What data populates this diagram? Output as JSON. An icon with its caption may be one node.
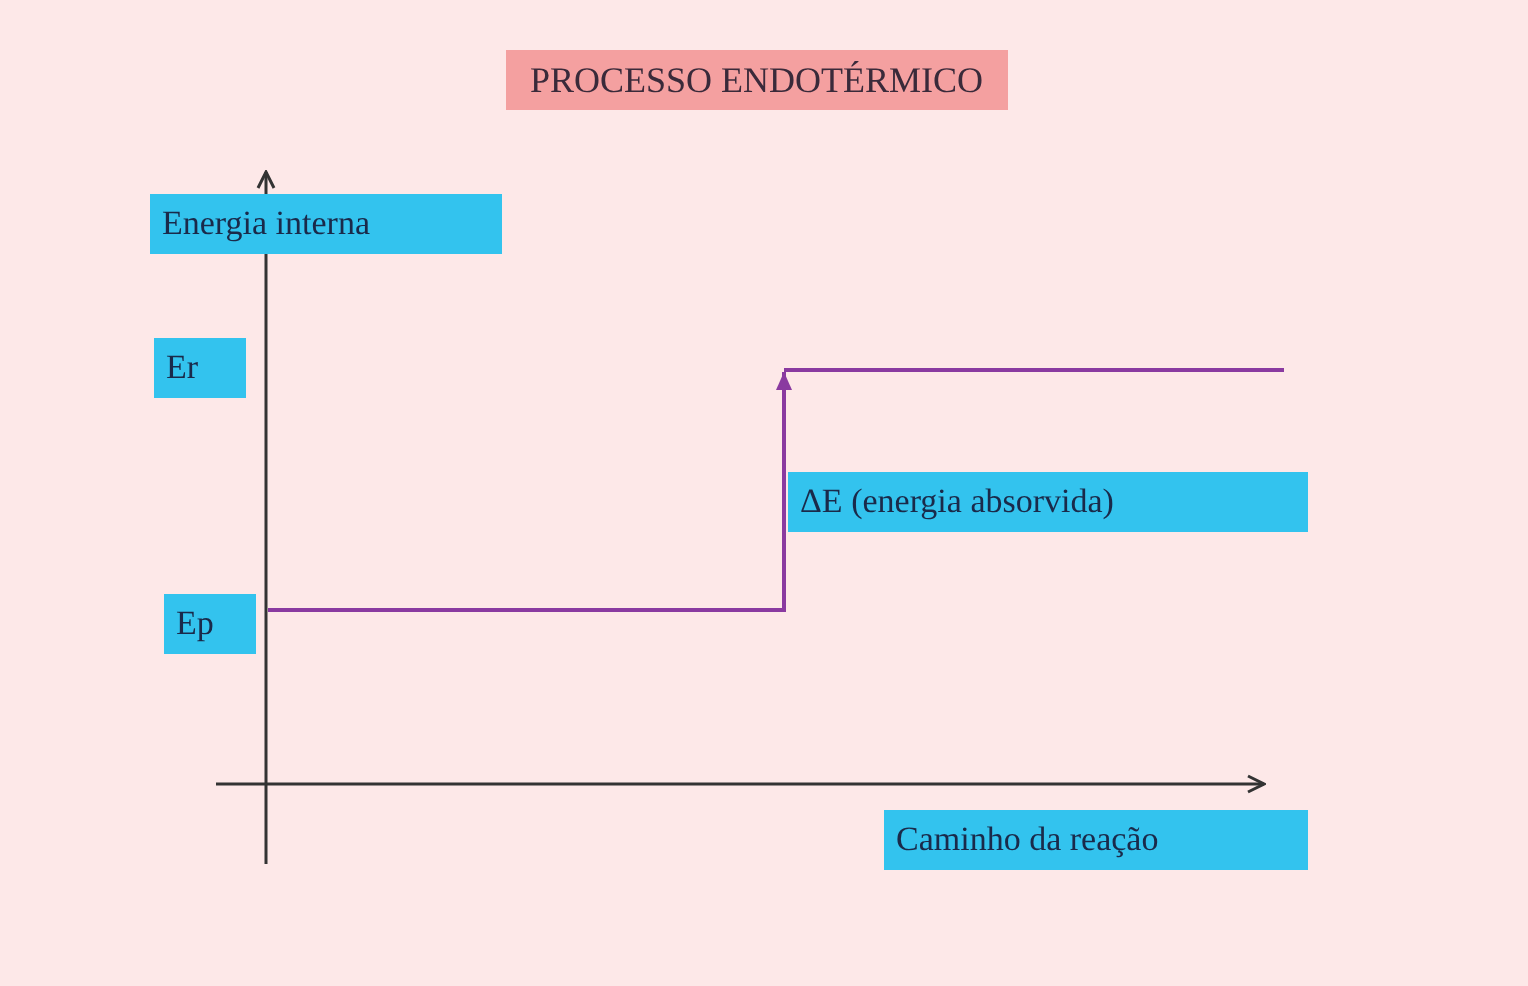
{
  "diagram": {
    "title": "PROCESSO ENDOTÉRMICO",
    "labels": [
      "Energia interna",
      "Er",
      "ΔE (energia absorvida)",
      "Ep",
      "Caminho da reação"
    ]
  }
}
